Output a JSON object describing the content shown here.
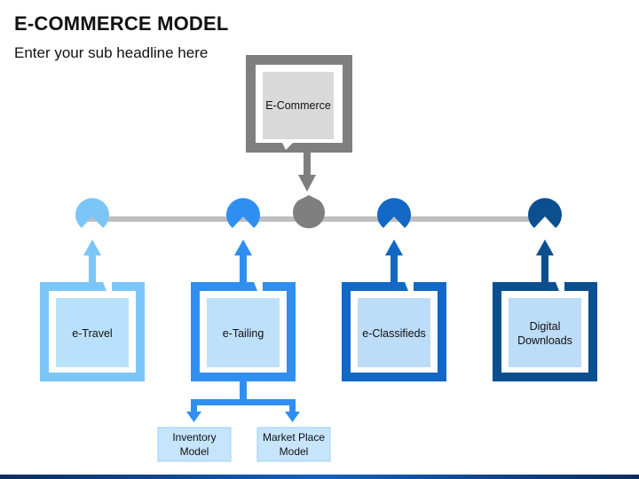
{
  "header": {
    "title": "E-COMMERCE MODEL",
    "subtitle": "Enter your sub headline here"
  },
  "root": {
    "label": "E-Commerce",
    "color": "#7f7f7f",
    "fill": "#d9d9d9"
  },
  "connector_color": "#bfbfbf",
  "categories": [
    {
      "label": "e-Travel",
      "color": "#7cc6f7",
      "fill": "#b9e1fb"
    },
    {
      "label": "e-Tailing",
      "color": "#2f8ff0",
      "fill": "#bfe0fb"
    },
    {
      "label": "e-Classifieds",
      "color": "#1268c4",
      "fill": "#bcdcf7"
    },
    {
      "label": "Digital\nDownloads",
      "color": "#0b4f8f",
      "fill": "#bcdcf7"
    }
  ],
  "sub_models": [
    {
      "label": "Inventory\nModel"
    },
    {
      "label": "Market Place\nModel"
    }
  ],
  "sub_model_fill": "#c6e4fb"
}
